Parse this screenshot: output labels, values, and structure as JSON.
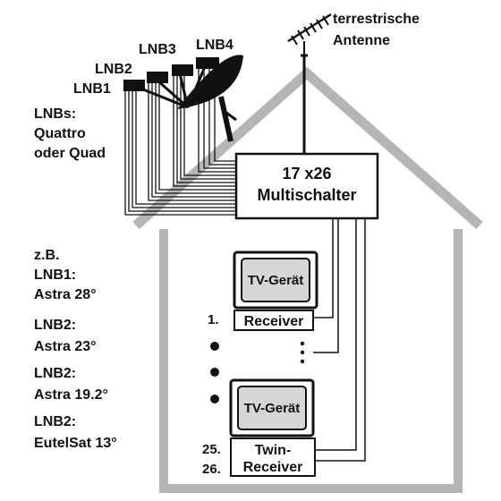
{
  "antenna": {
    "line1": "terrestrische",
    "line2": "Antenne"
  },
  "lnbs": [
    "LNB1",
    "LNB2",
    "LNB3",
    "LNB4"
  ],
  "lnb_type": {
    "line1": "LNBs:",
    "line2": "Quattro",
    "line3": "oder Quad"
  },
  "multiswitch": {
    "line1": "17 x26",
    "line2": "Multischalter"
  },
  "example": {
    "intro": "z.B.",
    "items": [
      {
        "lnb": "LNB1:",
        "sat": "Astra 28°"
      },
      {
        "lnb": "LNB2:",
        "sat": "Astra 23°"
      },
      {
        "lnb": "LNB2:",
        "sat": "Astra 19.2°"
      },
      {
        "lnb": "LNB2:",
        "sat": "EutelSat 13°"
      }
    ]
  },
  "devices": {
    "tv1": "TV-Gerät",
    "receiver": "Receiver",
    "receiver_num": "1.",
    "tv2": "TV-Gerät",
    "twin_line1": "Twin-",
    "twin_line2": "Receiver",
    "twin_num1": "25.",
    "twin_num2": "26."
  },
  "colors": {
    "house": "#b5b5b5",
    "ink": "#111111",
    "screen": "#d6d6d6"
  }
}
